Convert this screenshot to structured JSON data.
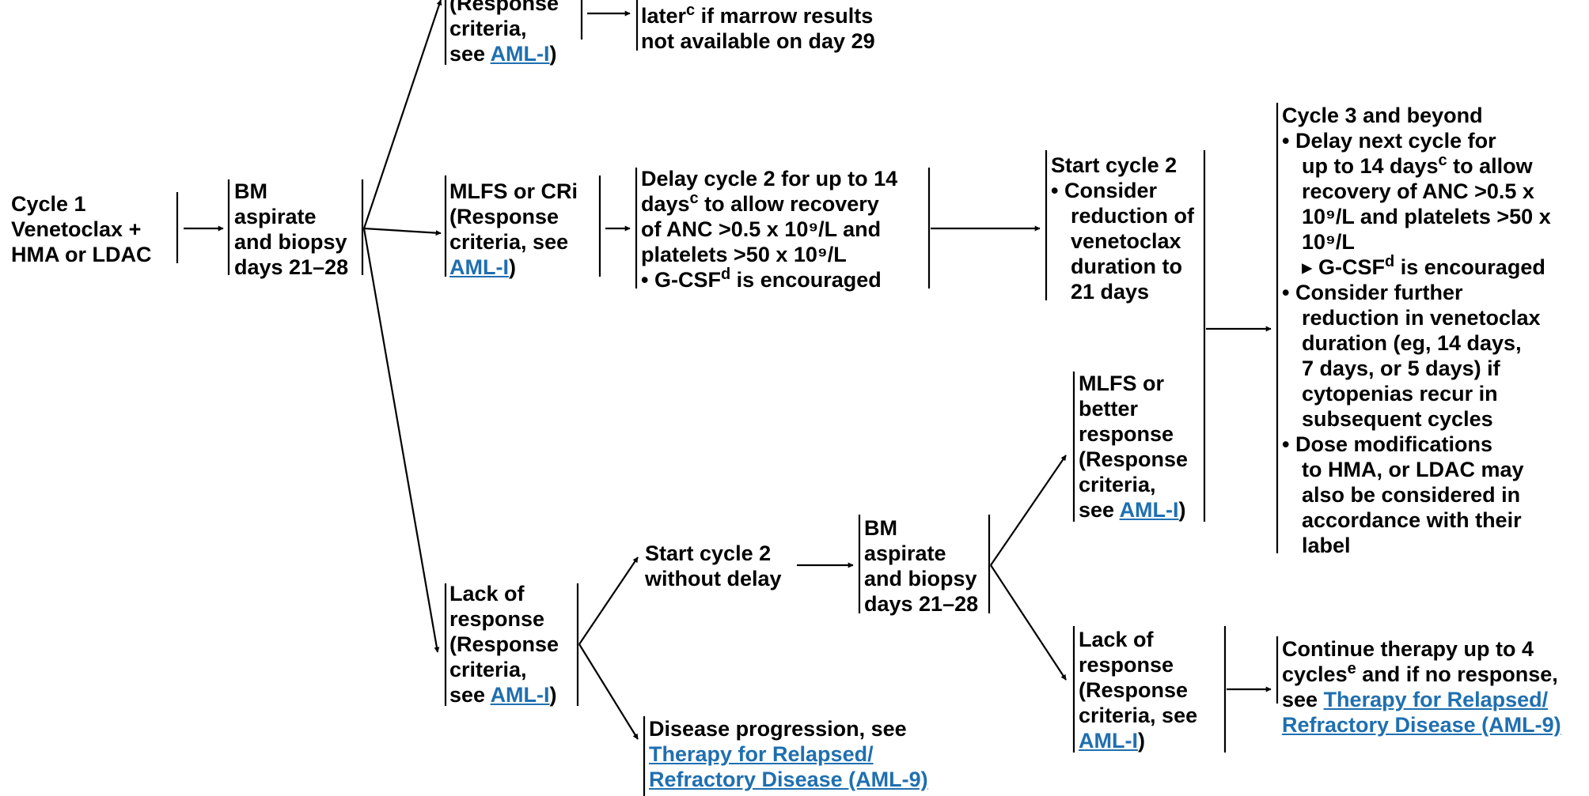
{
  "colors": {
    "text": "#000000",
    "link": "#1f6fb0",
    "line": "#000000"
  },
  "nodes": {
    "cycle1": {
      "line1": "Cycle 1",
      "line2": "Venetoclax +",
      "line3": "HMA or LDAC"
    },
    "bm1": {
      "line1": "BM",
      "line2": "aspirate",
      "line3": "and biopsy",
      "line4": "days 21–28"
    },
    "topResponse": {
      "line1": "(Response",
      "line2": "criteria,",
      "line3_prefix": "see ",
      "line3_link": "AML-I",
      "line3_suffix": ")"
    },
    "topNote": {
      "line1_text": "later",
      "line1_sup": "c",
      "line1_rest": " if marrow results",
      "line2": "not available on day 29"
    },
    "mlfsCri": {
      "line1": "MLFS or CRi",
      "line2": "(Response",
      "line3": "criteria, see",
      "line4_link": "AML-I",
      "line4_suffix": ")"
    },
    "delay2": {
      "line1": "Delay cycle 2 for up to 14",
      "line2_text": "days",
      "line2_sup": "c",
      "line2_rest": " to allow recovery",
      "line3": "of ANC >0.5 x 10⁹/L and",
      "line4": "platelets >50 x 10⁹/L",
      "line5_prefix": "• G-CSF",
      "line5_sup": "d",
      "line5_rest": " is encouraged"
    },
    "startCycle2": {
      "line1": "Start cycle 2",
      "line2": "• Consider",
      "line3": "reduction of",
      "line4": "venetoclax",
      "line5": "duration to",
      "line6": "21 days"
    },
    "cycle3": {
      "line1": "Cycle 3 and beyond",
      "line2": "• Delay next cycle for",
      "line3_text": "up to 14 days",
      "line3_sup": "c",
      "line3_rest": " to allow",
      "line4": "recovery of ANC >0.5 x",
      "line5": "10⁹/L and platelets >50 x",
      "line6": "10⁹/L",
      "line7_prefix": "▸ G-CSF",
      "line7_sup": "d",
      "line7_rest": " is encouraged",
      "line8": "• Consider further",
      "line9": "reduction in venetoclax",
      "line10": "duration (eg, 14 days,",
      "line11": "7 days, or 5 days) if",
      "line12": "cytopenias recur in",
      "line13": "subsequent cycles",
      "line14": "• Dose modifications",
      "line15": "to HMA, or LDAC may",
      "line16": "also be considered in",
      "line17": "accordance with their",
      "line18": "label"
    },
    "mlfsBetter": {
      "line1": "MLFS or",
      "line2": "better",
      "line3": "response",
      "line4": "(Response",
      "line5": "criteria,",
      "line6_prefix": "see ",
      "line6_link": "AML-I",
      "line6_suffix": ")"
    },
    "lackResponse1": {
      "line1": "Lack of",
      "line2": "response",
      "line3": "(Response",
      "line4": "criteria,",
      "line5_prefix": "see ",
      "line5_link": "AML-I",
      "line5_suffix": ")"
    },
    "startNoDelay": {
      "line1": "Start cycle 2",
      "line2": "without delay"
    },
    "bm2": {
      "line1": "BM",
      "line2": "aspirate",
      "line3": "and biopsy",
      "line4": "days 21–28"
    },
    "progression": {
      "line1": "Disease progression, see",
      "line2_link": "Therapy for Relapsed/",
      "line3_link": "Refractory Disease (AML-9)"
    },
    "lackResponse2": {
      "line1": "Lack of",
      "line2": "response",
      "line3": "(Response",
      "line4": "criteria, see",
      "line5_link": "AML-I",
      "line5_suffix": ")"
    },
    "continueTherapy": {
      "line1": "Continue therapy up to 4",
      "line2_text": "cycles",
      "line2_sup": "e",
      "line2_rest": " and if no response,",
      "line3_prefix": "see ",
      "line3_link": "Therapy for Relapsed/",
      "line4_link": "Refractory Disease (AML-9)"
    }
  }
}
